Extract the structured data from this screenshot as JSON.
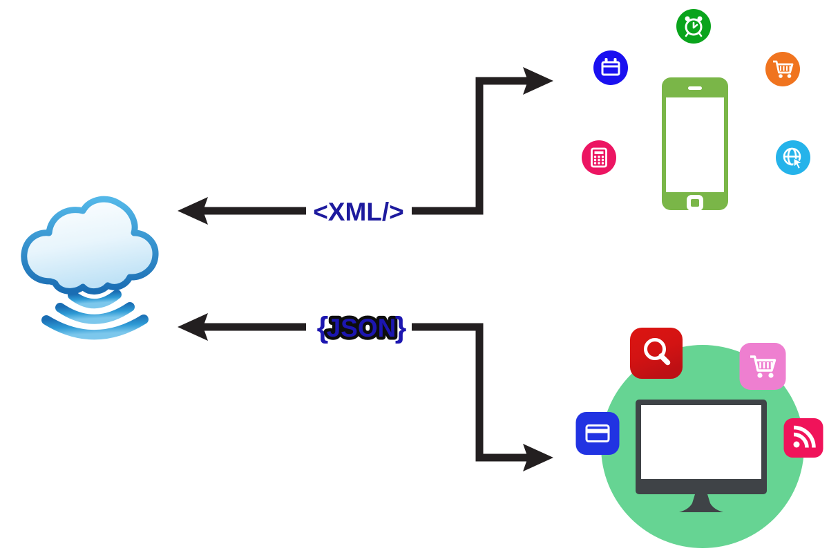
{
  "labels": {
    "xml": "<XML/>",
    "json": "{JSON}",
    "json_parts": {
      "open": "{",
      "word": "JSON",
      "close": "}"
    }
  },
  "icons": {
    "left": "cloud-wifi-icon",
    "top_right_device": "smartphone-icon",
    "bottom_right_device": "desktop-monitor-icon",
    "phone_apps": [
      "alarm-clock-icon",
      "calendar-icon",
      "shopping-cart-icon",
      "calculator-icon",
      "web-browser-icon"
    ],
    "desktop_apps": [
      "search-icon",
      "shopping-cart-icon",
      "credit-card-icon",
      "rss-icon"
    ]
  },
  "colors": {
    "arrow_black": "#231f20",
    "xml_text_blue": "#1d1a9e",
    "json_text_blue": "#1c16b0",
    "json_outline_black": "#0d0d0d",
    "cloud_blue_dark": "#1a6db3",
    "cloud_blue_light": "#53b7e8",
    "phone_green": "#7ab648",
    "alarm_green": "#0aa41c",
    "calendar_blue": "#1a10f0",
    "cart_orange": "#f0741f",
    "calculator_pink": "#ec1562",
    "browser_cyan": "#25b3ea",
    "desktop_circle_green": "#66d493",
    "monitor_gray": "#3f4347",
    "search_red": "#d31313",
    "cart_pink": "#ee7fd0",
    "card_blue": "#2133e2",
    "rss_crimson": "#f0135a",
    "white": "#ffffff"
  }
}
